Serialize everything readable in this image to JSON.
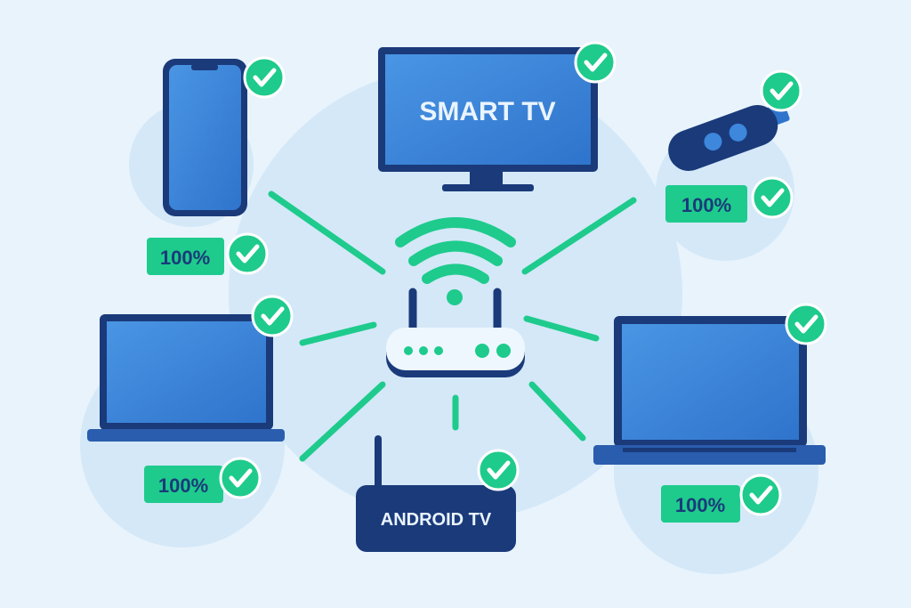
{
  "colors": {
    "background": "#e8f3fc",
    "halo": "#d2e7f8",
    "accent": "#1ecb8c",
    "navy": "#1a3a7a",
    "screen": "#3d87dc"
  },
  "devices": {
    "smart_tv": {
      "label": "SMART TV"
    },
    "android_tv": {
      "label": "ANDROID TV"
    },
    "phone": {
      "signal": "100%"
    },
    "stick": {
      "signal": "100%"
    },
    "laptop_left": {
      "signal": "100%"
    },
    "laptop_right": {
      "signal": "100%"
    }
  }
}
